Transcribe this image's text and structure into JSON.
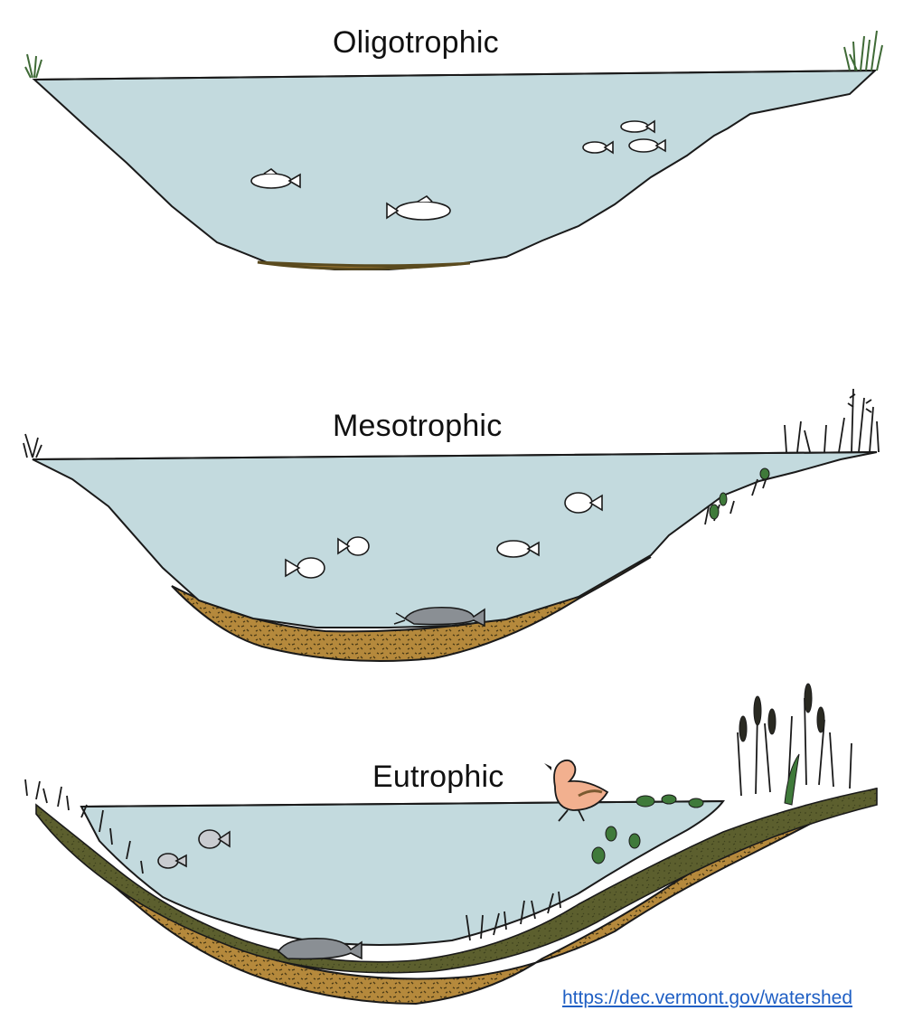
{
  "panels": {
    "oligotrophic": {
      "title": "Oligotrophic"
    },
    "mesotrophic": {
      "title": "Mesotrophic"
    },
    "eutrophic": {
      "title": "Eutrophic"
    }
  },
  "source": {
    "link_text": "https://dec.vermont.gov/watershed"
  },
  "colors": {
    "water": "#c3dade",
    "outline": "#1a1a1a",
    "sediment_brown": "#b5893c",
    "sediment_dark": "#5a4a1e",
    "organic_green": "#5c5f2e",
    "fish_fill": "#ffffff",
    "catfish_fill": "#8a8f94",
    "duck_fill": "#f2b08f",
    "plant_green": "#3f7a3a",
    "link": "#1f5fc4"
  }
}
